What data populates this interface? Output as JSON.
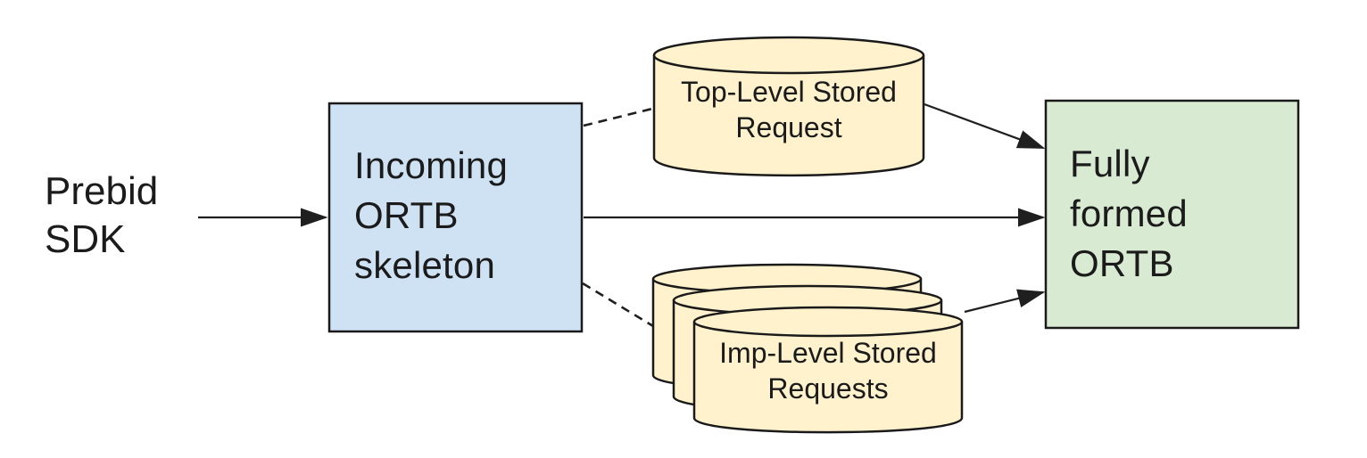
{
  "colors": {
    "background": "#ffffff",
    "box_blue": "#cfe2f3",
    "box_green": "#d9ead3",
    "cylinder_yellow": "#fff2cc",
    "outline": "#1a1a1a",
    "connector": "#1f1f1f",
    "text": "#1b1b1b"
  },
  "nodes": {
    "prebid_sdk": {
      "label": "Prebid\nSDK",
      "shape": "text"
    },
    "incoming_ortb": {
      "label": "Incoming\nORTB\nskeleton",
      "shape": "rect"
    },
    "top_level_stored_request": {
      "label": "Top-Level Stored\nRequest",
      "shape": "cylinder"
    },
    "imp_level_stored_requests": {
      "label": "Imp-Level Stored\nRequests",
      "shape": "cylinder-stack",
      "stack_count": 3
    },
    "fully_formed_ortb": {
      "label": "Fully\nformed\nORTB",
      "shape": "rect"
    }
  },
  "edges": [
    {
      "from": "prebid_sdk",
      "to": "incoming_ortb",
      "style": "solid",
      "arrow": true
    },
    {
      "from": "incoming_ortb",
      "to": "top_level_stored_request",
      "style": "dashed",
      "arrow": false
    },
    {
      "from": "top_level_stored_request",
      "to": "fully_formed_ortb",
      "style": "solid",
      "arrow": true
    },
    {
      "from": "incoming_ortb",
      "to": "fully_formed_ortb",
      "style": "solid",
      "arrow": true
    },
    {
      "from": "incoming_ortb",
      "to": "imp_level_stored_requests",
      "style": "dashed",
      "arrow": false
    },
    {
      "from": "imp_level_stored_requests",
      "to": "fully_formed_ortb",
      "style": "solid",
      "arrow": true
    }
  ]
}
